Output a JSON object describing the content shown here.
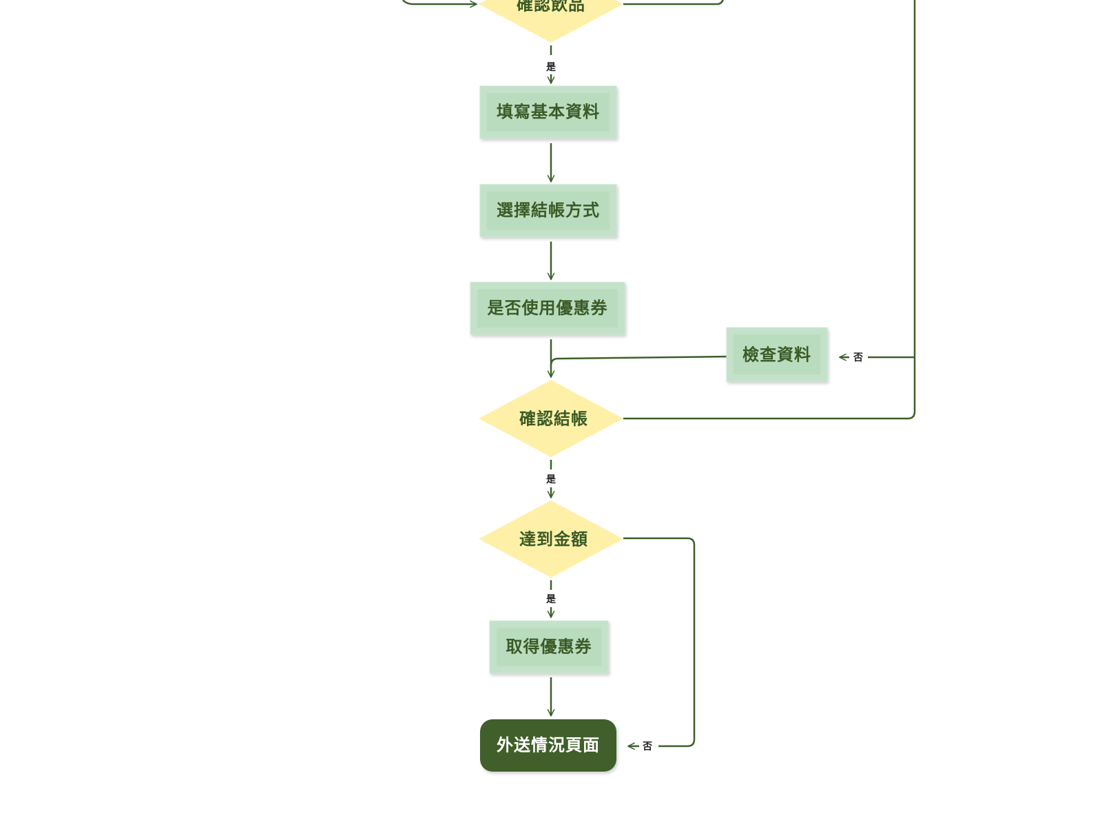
{
  "nodes": {
    "confirm_drink": "確認飲品",
    "fill_info": "填寫基本資料",
    "choose_checkout": "選擇結帳方式",
    "use_coupon": "是否使用優惠券",
    "check_info": "檢查資料",
    "confirm_checkout": "確認結帳",
    "reach_amount": "達到金額",
    "get_coupon": "取得優惠券",
    "delivery_page": "外送情況頁面"
  },
  "edges": {
    "yes_1": "是",
    "yes_2": "是",
    "yes_3": "是",
    "no_1": "否",
    "no_2": "否"
  },
  "colors": {
    "line": "#3c5f28",
    "process_fill": "#c3e2c9",
    "decision_fill": "#fff0a8",
    "terminal_fill": "#3f5f2a",
    "label_text": "#3a5a25"
  }
}
